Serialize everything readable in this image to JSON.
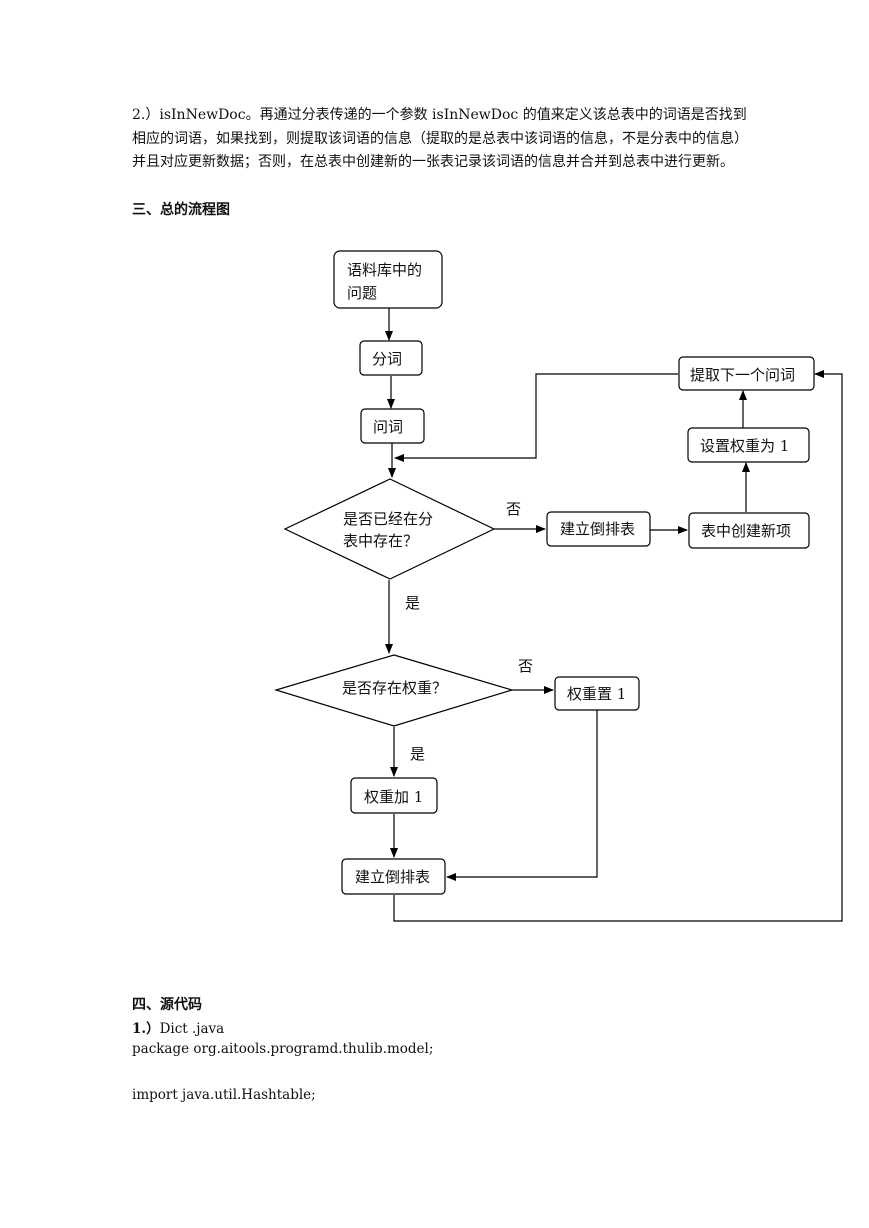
{
  "intro": {
    "text": "2.）isInNewDoc。再通过分表传递的一个参数 isInNewDoc 的值来定义该总表中的词语是否找到相应的词语，如果找到，则提取该词语的信息（提取的是总表中该词语的信息，不是分表中的信息）并且对应更新数据；否则，在总表中创建新的一张表记录该词语的信息并合并到总表中进行更新。"
  },
  "section3": {
    "title": "三、总的流程图"
  },
  "flowchart": {
    "start_line1": "语料库中的",
    "start_line2": "问题",
    "segment": "分词",
    "ask_word": "问词",
    "decision1_line1": "是否已经在分",
    "decision1_line2": "表中存在？",
    "label_no1": "否",
    "label_yes1": "是",
    "build_index_right": "建立倒排表",
    "create_item": "表中创建新项",
    "set_weight": "设置权重为 1",
    "next_word": "提取下一个问词",
    "decision2": "是否存在权重？",
    "label_no2": "否",
    "label_yes2": "是",
    "weight_reset": "权重置 1",
    "weight_add": "权重加 1",
    "build_index_bottom": "建立倒排表"
  },
  "section4": {
    "title": "四、源代码",
    "item_number": "1.）",
    "item_name": "Dict .java",
    "package_line": "package org.aitools.programd.thulib.model;",
    "import_line": "import java.util.Hashtable;"
  }
}
